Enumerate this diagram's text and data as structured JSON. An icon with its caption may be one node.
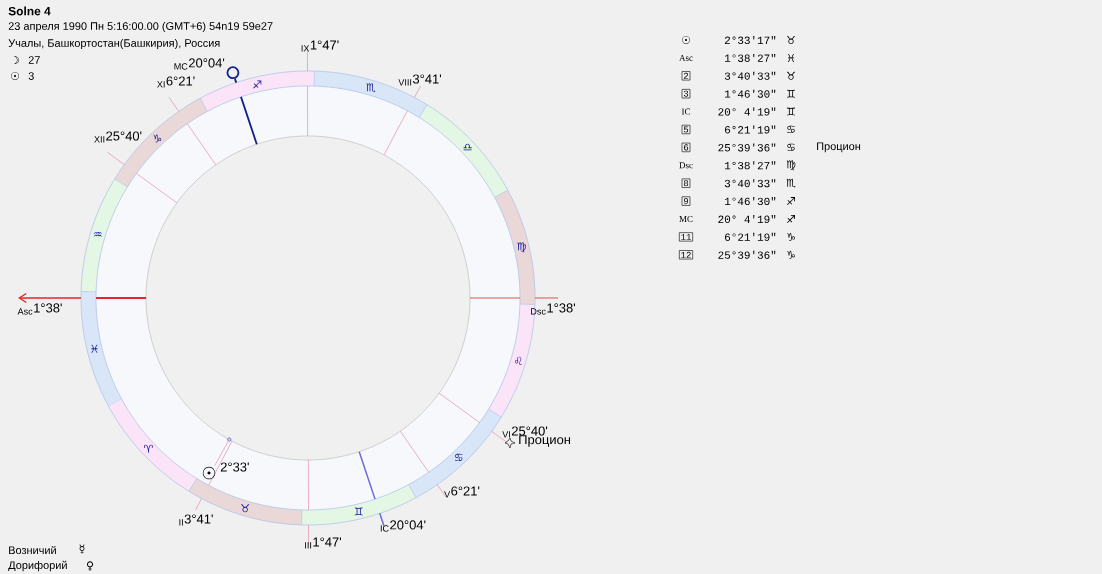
{
  "diagram": {
    "title": "Solne 4",
    "labels": [
      "23 апреля 1990 Пн 5:16:00.00 (GMT+6) 54n19 59e27",
      "Учалы, Башкортостан(Башкирия), Россия",
      "☽",
      "27",
      "☉",
      "3",
      "$_{MC}$20°04'",
      "$_{IX}$1°47'",
      "$_{XI}$6°21'",
      "$_{VIII}$3°41'",
      "$_{XII}$25°40'",
      "$_{Asc}$1°38'",
      "$_{Dsc}$1°38'",
      "$_{VI}$25°40'",
      "Процион",
      "☉",
      "2°33'",
      "$_{V}$6°21'",
      "$_{II}$3°41'",
      "$_{IC}$20°04'",
      "$_{III}$1°47'",
      "♐",
      "♏",
      "♑",
      "♎",
      "♒",
      "♍",
      "♓",
      "♌",
      "♈",
      "♋",
      "♉",
      "♊",
      "☉",
      "2°33'17\"",
      "♉",
      "Asc",
      "1°38'27\"",
      "♓",
      "2",
      "3°40'33\"",
      "♉",
      "3",
      "1°46'30\"",
      "♊",
      "IC",
      "20° 4'19\"",
      "♊",
      "5",
      "6°21'19\"",
      "♋",
      "6",
      "25°39'36\"",
      "♋",
      "Процион",
      "Dsc",
      "1°38'27\"",
      "♍",
      "8",
      "3°40'33\"",
      "♏",
      "9",
      "1°46'30\"",
      "♐",
      "MC",
      "20° 4'19\"",
      "♐",
      "11",
      "6°21'19\"",
      "♑",
      "12",
      "25°39'36\"",
      "♑",
      "Возничий",
      "☿",
      "Дорифорий",
      "♀"
    ]
  }
}
